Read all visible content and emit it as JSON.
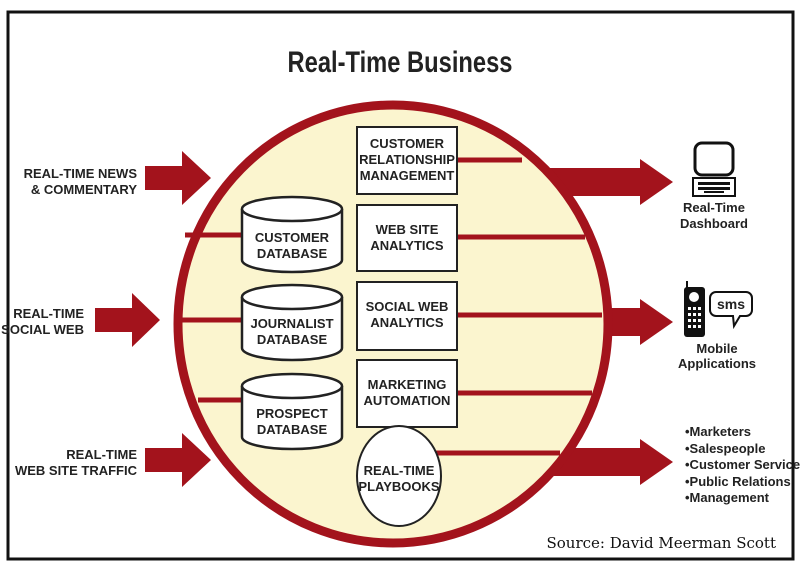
{
  "title": "Real-Time Business",
  "colors": {
    "accent": "#a3131c",
    "circle_fill": "#fbf5cf",
    "frame": "#111111"
  },
  "inputs": [
    {
      "lines": [
        "REAL-TIME NEWS",
        "& COMMENTARY"
      ]
    },
    {
      "lines": [
        "REAL-TIME",
        "SOCIAL WEB"
      ]
    },
    {
      "lines": [
        "REAL-TIME",
        "WEB SITE TRAFFIC"
      ]
    }
  ],
  "databases": [
    {
      "lines": [
        "CUSTOMER",
        "DATABASE"
      ]
    },
    {
      "lines": [
        "JOURNALIST",
        "DATABASE"
      ]
    },
    {
      "lines": [
        "PROSPECT",
        "DATABASE"
      ]
    }
  ],
  "systems": [
    {
      "lines": [
        "CUSTOMER",
        "RELATIONSHIP",
        "MANAGEMENT"
      ]
    },
    {
      "lines": [
        "WEB SITE",
        "ANALYTICS"
      ]
    },
    {
      "lines": [
        "SOCIAL WEB",
        "ANALYTICS"
      ]
    },
    {
      "lines": [
        "MARKETING",
        "AUTOMATION"
      ]
    }
  ],
  "playbooks": {
    "lines": [
      "REAL-TIME",
      "PLAYBOOKS"
    ]
  },
  "outputs": {
    "dashboard": {
      "icon": "computer-icon",
      "lines": [
        "Real-Time",
        "Dashboard"
      ]
    },
    "mobile": {
      "icon": "mobile-phone-icon",
      "sms": "sms",
      "lines": [
        "Mobile",
        "Applications"
      ]
    },
    "people": [
      "•Marketers",
      "•Salespeople",
      "•Customer Service",
      "•Public Relations",
      "•Management"
    ]
  },
  "source": "Source: David Meerman Scott"
}
